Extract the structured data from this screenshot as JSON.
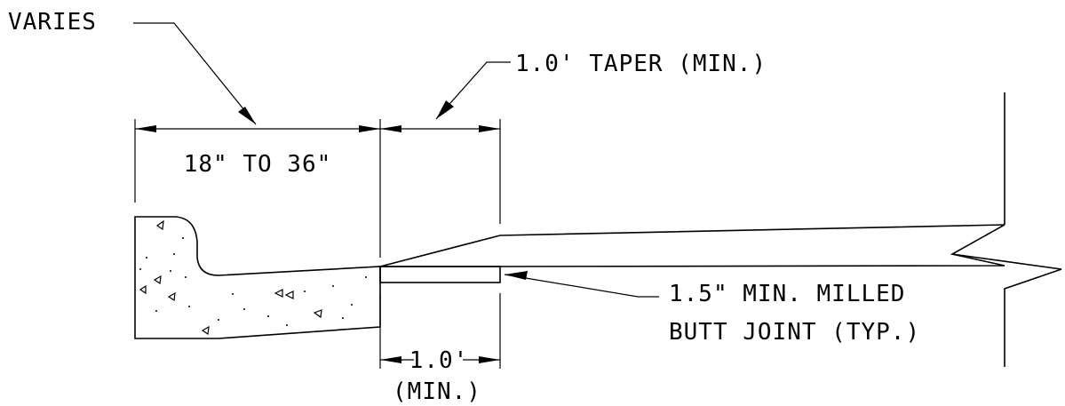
{
  "labels": {
    "varies": "VARIES",
    "range": "18\" TO 36\"",
    "taper": "1.0' TAPER (MIN.)",
    "milled_line1": "1.5\" MIN. MILLED",
    "milled_line2": "BUTT JOINT (TYP.)",
    "width": "1.0'",
    "width_min": "(MIN.)"
  }
}
